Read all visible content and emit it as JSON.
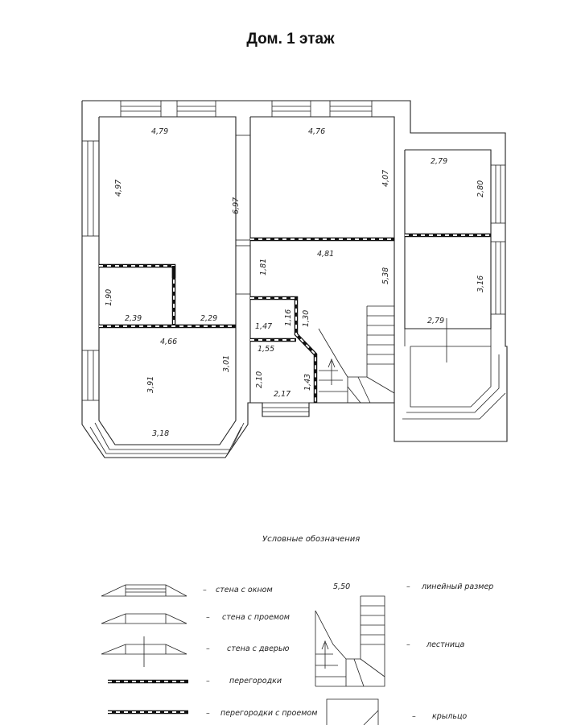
{
  "title": "Дом. 1 этаж",
  "dimensions": {
    "d1": "4,79",
    "d2": "4,97",
    "d3": "6,97",
    "d4": "4,76",
    "d5": "4,07",
    "d6": "2,79",
    "d7": "2,80",
    "d8": "1,81",
    "d9": "4,81",
    "d10": "5,38",
    "d11": "3,16",
    "d12": "2,79",
    "d13": "1,90",
    "d14": "2,39",
    "d15": "2,29",
    "d16": "1,47",
    "d17": "1,16",
    "d18": "1,30",
    "d19": "4,66",
    "d20": "3,01",
    "d21": "1,55",
    "d22": "2,10",
    "d23": "1,43",
    "d24": "3,91",
    "d25": "2,17",
    "d26": "3,18"
  },
  "legend": {
    "caption": "Условные обозначения",
    "dash": "–",
    "items": {
      "window": "стена с окном",
      "opening": "стена с проемом",
      "door": "стена с дверью",
      "partition": "перегородки",
      "partition_opening": "перегородки с проемом",
      "linear_size": "линейный размер",
      "stairs": "лестница",
      "porch": "крыльцо"
    },
    "sample_size": "5,50"
  }
}
